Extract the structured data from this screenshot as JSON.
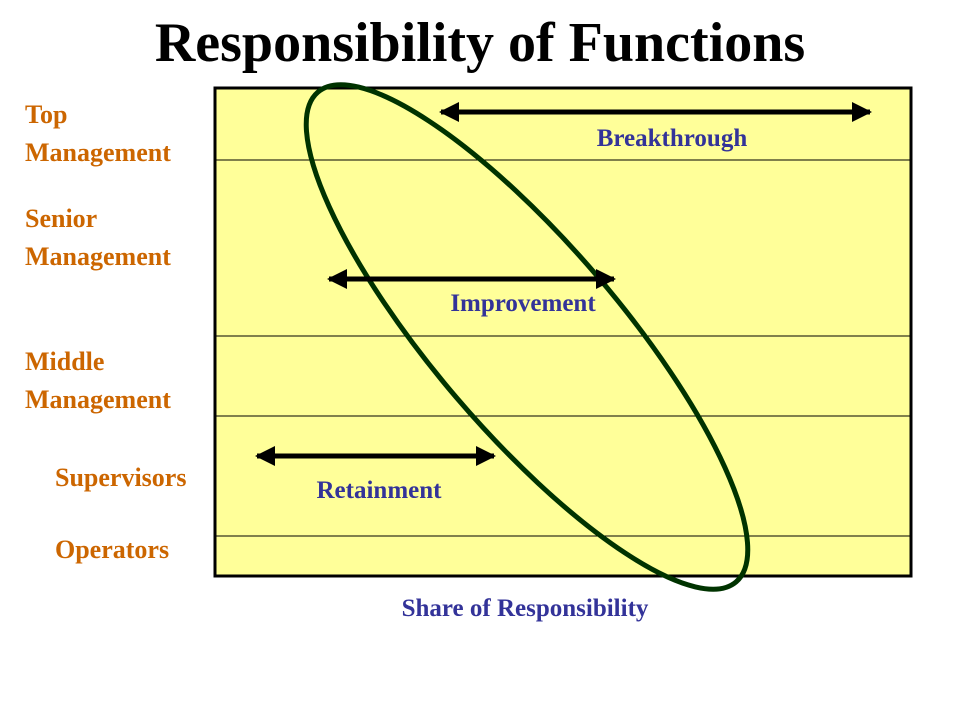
{
  "title": "Responsibility of Functions",
  "levels": [
    {
      "line1": "Top",
      "line2": "Management"
    },
    {
      "line1": "Senior",
      "line2": "Management"
    },
    {
      "line1": "Middle",
      "line2": "Management"
    },
    {
      "line1": "Supervisors"
    },
    {
      "line1": "Operators"
    }
  ],
  "ranges": {
    "breakthrough": "Breakthrough",
    "improvement": "Improvement",
    "retainment": "Retainment"
  },
  "axis_label": "Share of Responsibility",
  "colors": {
    "title": "#000000",
    "level_text": "#CC6600",
    "range_text": "#333399",
    "chart_fill": "#FFFF99",
    "ellipse": "#003300",
    "arrow": "#000000"
  }
}
